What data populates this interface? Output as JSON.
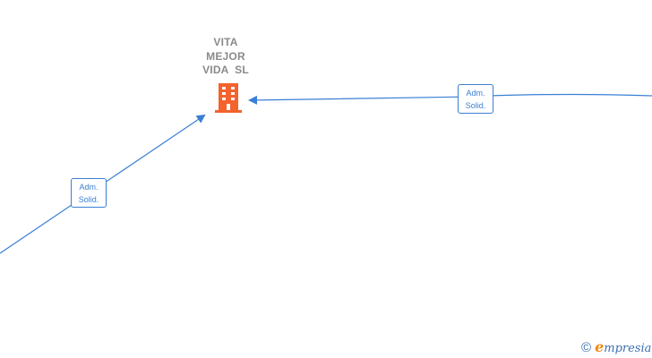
{
  "company": {
    "name_lines": [
      "VITA",
      "MEJOR",
      "VIDA  SL"
    ],
    "icon": "building-icon",
    "icon_color": "#f4622e"
  },
  "relations": [
    {
      "id": "left",
      "lines": [
        "Adm.",
        "Solid."
      ]
    },
    {
      "id": "right",
      "lines": [
        "Adm.",
        "Solid."
      ]
    }
  ],
  "colors": {
    "edge": "#3a7fd5",
    "label_text": "#3a7fd5",
    "company_text": "#8a8a8a"
  },
  "watermark": {
    "copyright": "©",
    "brand_initial": "e",
    "brand_rest": "mpresia"
  }
}
